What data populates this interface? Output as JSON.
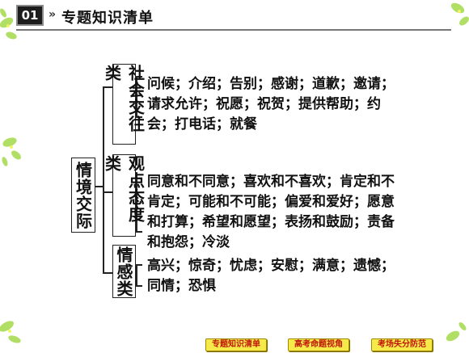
{
  "header": {
    "badge": "01",
    "chevron": "»",
    "title": "专题知识清单"
  },
  "diagram": {
    "root": "情境交际",
    "branches": [
      {
        "label": "社会交往类",
        "lines": [
          "问候；介绍；告别；感谢；道歉；邀请；",
          "请求允许；祝愿；祝贺；提供帮助；约",
          "会；打电话；就餐"
        ]
      },
      {
        "label": "观点态度类",
        "lines": [
          "同意和不同意；喜欢和不喜欢；肯定和不",
          "肯定；可能和不可能；偏爱和爱好；愿意",
          "和打算；希望和愿望；表扬和鼓励；责备",
          "和抱怨；冷淡"
        ]
      },
      {
        "label": "情感类",
        "lines": [
          "高兴；惊奇；忧虑；安慰；满意；遗憾；",
          "同情；恐惧"
        ]
      }
    ]
  },
  "footer": {
    "nav": [
      "专题知识清单",
      "高考命题视角",
      "考场失分防范"
    ]
  },
  "colors": {
    "leaf_green": "#9acd32",
    "nav_bg": "#f6e94a",
    "nav_text": "#c0160a"
  }
}
